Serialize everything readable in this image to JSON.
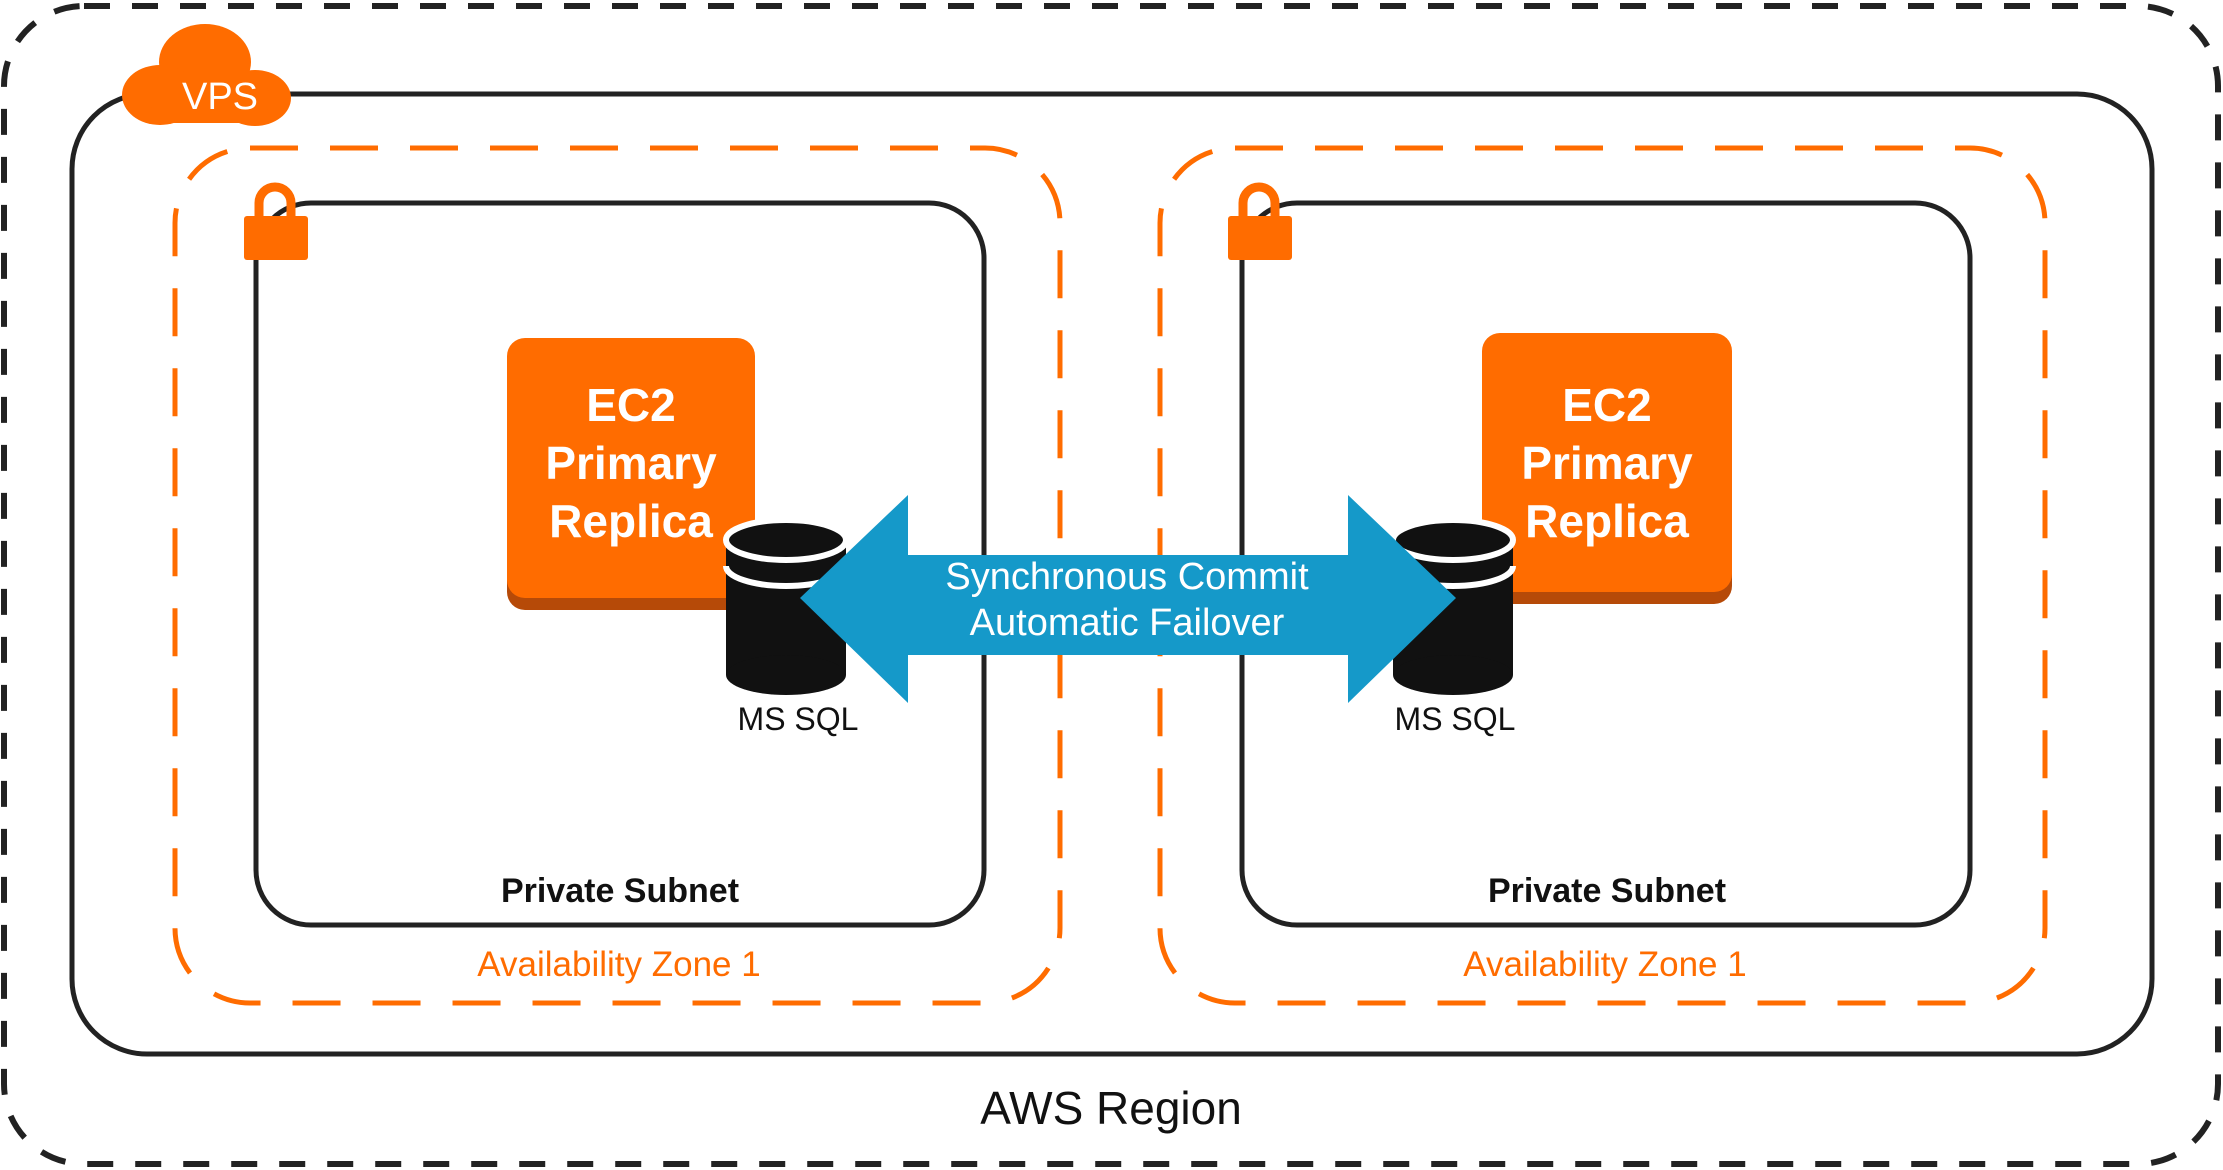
{
  "region": {
    "label": "AWS Region"
  },
  "vpc": {
    "badge": "VPS"
  },
  "zones": [
    {
      "label": "Availability Zone 1",
      "subnet": "Private Subnet",
      "ec2": {
        "line1": "EC2",
        "line2": "Primary",
        "line3": "Replica"
      },
      "db": "MS SQL"
    },
    {
      "label": "Availability Zone 1",
      "subnet": "Private Subnet",
      "ec2": {
        "line1": "EC2",
        "line2": "Primary",
        "line3": "Replica"
      },
      "db": "MS SQL"
    }
  ],
  "link": {
    "line1": "Synchronous Commit",
    "line2": "Automatic Failover"
  },
  "colors": {
    "orange": "#FF6C00",
    "orange_dark": "#B64A08",
    "blue": "#1599C9",
    "dark": "#222222"
  }
}
